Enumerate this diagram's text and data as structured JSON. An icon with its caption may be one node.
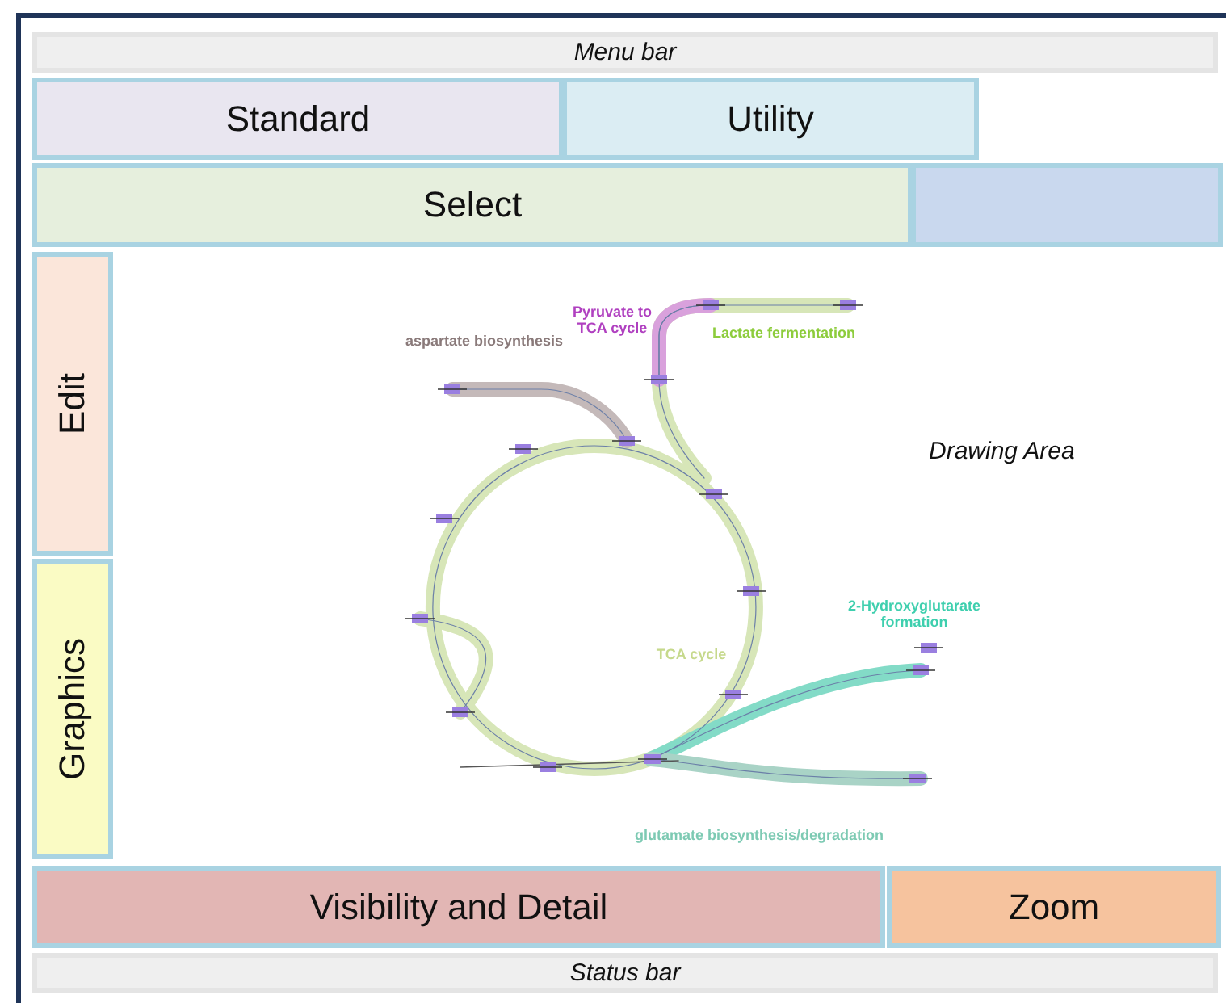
{
  "diagram": {
    "nodes": [
      {
        "text": [
          "Menu bar"
        ]
      },
      {
        "text": [
          "Standard"
        ]
      },
      {
        "text": [
          "Utility"
        ]
      },
      {
        "text": [
          "Select"
        ]
      },
      {
        "text": [],
        "shape": "box"
      },
      {
        "text": [
          "Edit"
        ]
      },
      {
        "text": [
          "Graphics"
        ]
      },
      {
        "text": [
          "Drawing Area"
        ]
      },
      {
        "text": [
          "Visibility and Detail"
        ]
      },
      {
        "text": [
          "Zoom"
        ]
      },
      {
        "text": [
          "Status bar"
        ]
      }
    ],
    "labels": [
      "Pyruvate to TCA cycle",
      "aspartate biosynthesis",
      "Lactate fermentation",
      "2-Hydroxyglutarate formation",
      "TCA cycle",
      "glutamate biosynthesis/degradation"
    ]
  }
}
